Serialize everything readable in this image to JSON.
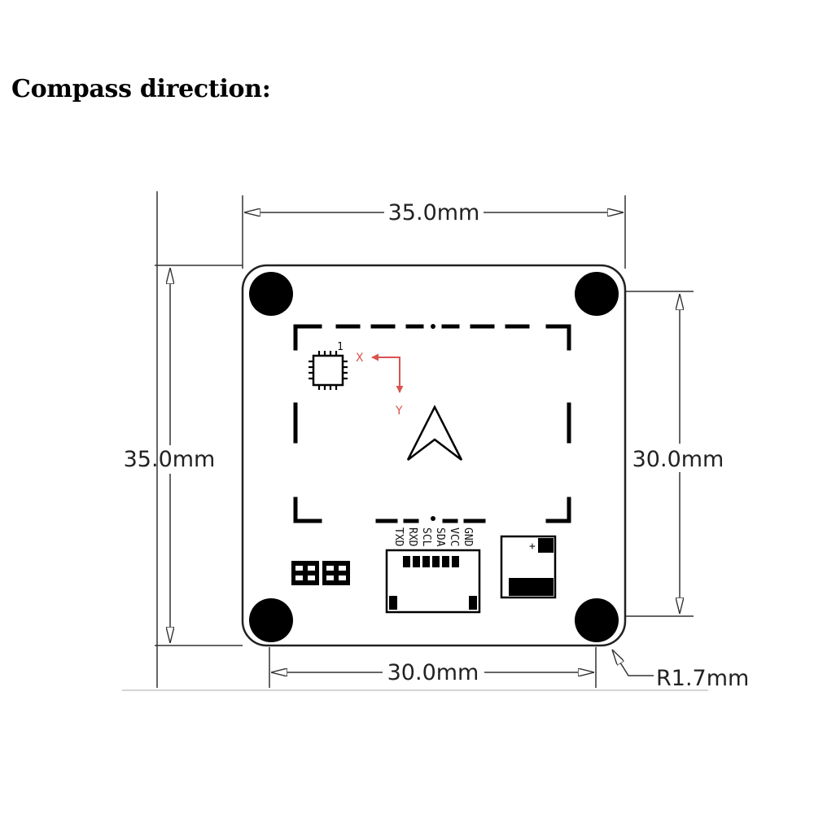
{
  "heading": "Compass direction:",
  "dimensions": {
    "top_width": "35.0mm",
    "left_height": "35.0mm",
    "right_hole_spacing": "30.0mm",
    "bottom_hole_spacing": "30.0mm",
    "corner_radius": "R1.7mm"
  },
  "axes": {
    "x_label": "X",
    "y_label": "Y",
    "color": "#d9534f"
  },
  "chip_pin1_mark": "1",
  "connector_pins": [
    "TXD",
    "RXD",
    "SCL",
    "SDA",
    "VCC",
    "GND"
  ],
  "polarity_mark": "+"
}
